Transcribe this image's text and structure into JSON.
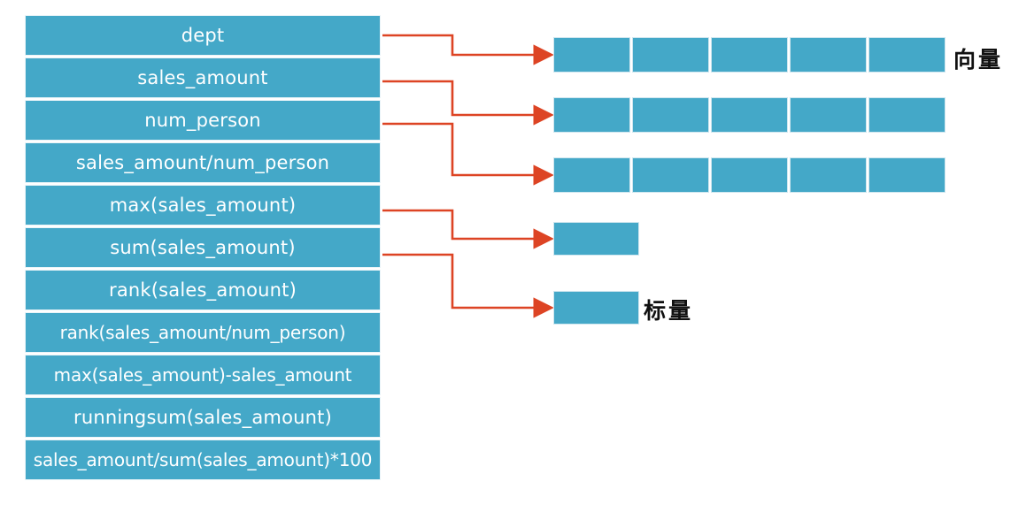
{
  "diagram": {
    "title": "SQL expression to vector / scalar mapping",
    "colors": {
      "box_fill": "#44A8C8",
      "box_border": "#cfe6ef",
      "connector": "#DD4424",
      "text_on_box": "#ffffff",
      "annotation_text": "#111111",
      "background": "#ffffff"
    }
  },
  "expressions": {
    "items": [
      {
        "label": "dept",
        "has_connector": true
      },
      {
        "label": "sales_amount",
        "has_connector": true
      },
      {
        "label": "num_person",
        "has_connector": true
      },
      {
        "label": "sales_amount/num_person",
        "has_connector": false
      },
      {
        "label": "max(sales_amount)",
        "has_connector": true
      },
      {
        "label": "sum(sales_amount)",
        "has_connector": true
      },
      {
        "label": "rank(sales_amount)",
        "has_connector": false
      },
      {
        "label": "rank(sales_amount/num_person)",
        "has_connector": false
      },
      {
        "label": "max(sales_amount)-sales_amount",
        "has_connector": false
      },
      {
        "label": "runningsum(sales_amount)",
        "has_connector": false
      },
      {
        "label": "sales_amount/sum(sales_amount)*100",
        "has_connector": false
      }
    ]
  },
  "outputs": {
    "vectors": [
      {
        "cells": 5,
        "source_expression": "dept"
      },
      {
        "cells": 5,
        "source_expression": "sales_amount"
      },
      {
        "cells": 5,
        "source_expression": "num_person"
      }
    ],
    "scalars": [
      {
        "cells": 1,
        "source_expression": "max(sales_amount)"
      },
      {
        "cells": 1,
        "source_expression": "sum(sales_amount)"
      }
    ]
  },
  "annotations": {
    "vector_label": "向量",
    "scalar_label": "标量"
  }
}
